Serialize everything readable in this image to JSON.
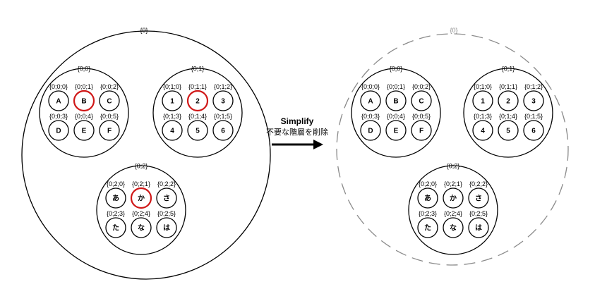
{
  "transform": {
    "title": "Simplify",
    "subtitle": "不要な階層を削除"
  },
  "colors": {
    "highlight": "#d01818",
    "removed_layer": "#8a8a8a"
  },
  "before": {
    "root_label": "{0}",
    "groups": [
      {
        "label": "{0;0}",
        "items": [
          {
            "label": "{0;0;0}",
            "glyph": "A",
            "highlight": false
          },
          {
            "label": "{0;0;1}",
            "glyph": "B",
            "highlight": true
          },
          {
            "label": "{0;0;2}",
            "glyph": "C",
            "highlight": false
          },
          {
            "label": "{0;0;3}",
            "glyph": "D",
            "highlight": false
          },
          {
            "label": "{0;0;4}",
            "glyph": "E",
            "highlight": false
          },
          {
            "label": "{0;0;5}",
            "glyph": "F",
            "highlight": false
          }
        ]
      },
      {
        "label": "{0;1}",
        "items": [
          {
            "label": "{0;1;0}",
            "glyph": "1",
            "highlight": false
          },
          {
            "label": "{0;1;1}",
            "glyph": "2",
            "highlight": true
          },
          {
            "label": "{0;1;2}",
            "glyph": "3",
            "highlight": false
          },
          {
            "label": "{0;1;3}",
            "glyph": "4",
            "highlight": false
          },
          {
            "label": "{0;1;4}",
            "glyph": "5",
            "highlight": false
          },
          {
            "label": "{0;1;5}",
            "glyph": "6",
            "highlight": false
          }
        ]
      },
      {
        "label": "{0;2}",
        "items": [
          {
            "label": "{0;2;0}",
            "glyph": "あ",
            "highlight": false
          },
          {
            "label": "{0;2;1}",
            "glyph": "か",
            "highlight": true
          },
          {
            "label": "{0;2;2}",
            "glyph": "さ",
            "highlight": false
          },
          {
            "label": "{0;2;3}",
            "glyph": "た",
            "highlight": false
          },
          {
            "label": "{0;2;4}",
            "glyph": "な",
            "highlight": false
          },
          {
            "label": "{0;2;5}",
            "glyph": "は",
            "highlight": false
          }
        ]
      }
    ]
  },
  "after": {
    "root_label": "{0}",
    "root_removed": true,
    "groups": [
      {
        "label": "{0;0}",
        "items": [
          {
            "label": "{0;0;0}",
            "glyph": "A",
            "highlight": false
          },
          {
            "label": "{0;0;1}",
            "glyph": "B",
            "highlight": false
          },
          {
            "label": "{0;0;2}",
            "glyph": "C",
            "highlight": false
          },
          {
            "label": "{0;0;3}",
            "glyph": "D",
            "highlight": false
          },
          {
            "label": "{0;0;4}",
            "glyph": "E",
            "highlight": false
          },
          {
            "label": "{0;0;5}",
            "glyph": "F",
            "highlight": false
          }
        ]
      },
      {
        "label": "{0;1}",
        "items": [
          {
            "label": "{0;1;0}",
            "glyph": "1",
            "highlight": false
          },
          {
            "label": "{0;1;1}",
            "glyph": "2",
            "highlight": false
          },
          {
            "label": "{0;1;2}",
            "glyph": "3",
            "highlight": false
          },
          {
            "label": "{0;1;3}",
            "glyph": "4",
            "highlight": false
          },
          {
            "label": "{0;1;4}",
            "glyph": "5",
            "highlight": false
          },
          {
            "label": "{0;1;5}",
            "glyph": "6",
            "highlight": false
          }
        ]
      },
      {
        "label": "{0;2}",
        "items": [
          {
            "label": "{0;2;0}",
            "glyph": "あ",
            "highlight": false
          },
          {
            "label": "{0;2;1}",
            "glyph": "か",
            "highlight": false
          },
          {
            "label": "{0;2;2}",
            "glyph": "さ",
            "highlight": false
          },
          {
            "label": "{0;2;3}",
            "glyph": "た",
            "highlight": false
          },
          {
            "label": "{0;2;4}",
            "glyph": "な",
            "highlight": false
          },
          {
            "label": "{0;2;5}",
            "glyph": "は",
            "highlight": false
          }
        ]
      }
    ]
  }
}
